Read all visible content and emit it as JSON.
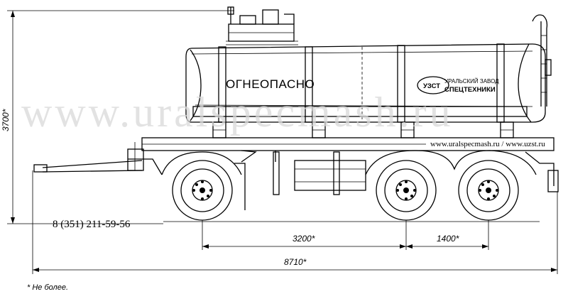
{
  "tank_label": "ОГНЕОПАСНО",
  "brand": {
    "logo_text": "УЗСТ",
    "line1": "УРАЛЬСКИЙ ЗАВОД",
    "line2": "СПЕЦТЕХНИКИ"
  },
  "websites": "www.uralspecmash.ru / www.uzst.ru",
  "watermark": "www.uralspecmash.ru",
  "phone": "8 (351) 211-59-56",
  "dimensions": {
    "height": "3700*",
    "wheelbase": "3200*",
    "axle_spacing": "1400*",
    "overall_length": "8710*"
  },
  "footnote": "* Не более."
}
